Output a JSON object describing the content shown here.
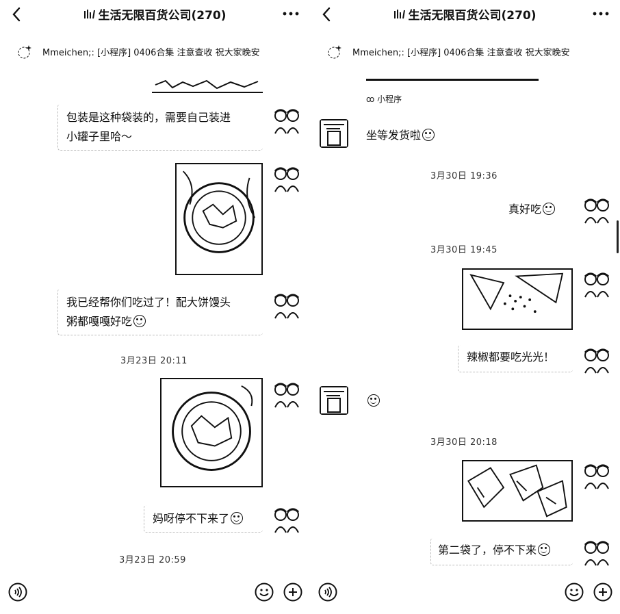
{
  "left": {
    "title": "生活无限百货公司(270)",
    "pinned": "Mmeichen;: [小程序] 0406合集 注意查收 祝大家晚安",
    "messages": {
      "m1_line1": "包装是这种袋装的，需要自己装进",
      "m1_line2": "小罐子里哈～",
      "m2_line1": "我已经帮你们吃过了！配大饼馒头",
      "m2_line2": "粥都嘎嘎好吃",
      "ts1": "3月23日 20:11",
      "m3": "妈呀停不下来了",
      "ts2": "3月23日 20:59"
    }
  },
  "right": {
    "title": "生活无限百货公司(270)",
    "pinned": "Mmeichen;: [小程序] 0406合集 注意查收 祝大家晚安",
    "mini_program_label": "小程序",
    "messages": {
      "r1": "坐等发货啦",
      "ts1": "3月30日 19:36",
      "r2": "真好吃",
      "ts2": "3月30日 19:45",
      "r3": "辣椒都要吃光光！",
      "ts3": "3月30日 20:18",
      "r4": "第二袋了，停不下来"
    }
  },
  "icons": {
    "back": "chevron-left-icon",
    "more": "more-dots-icon",
    "voice": "voice-icon",
    "emoji": "emoji-icon",
    "add": "plus-icon"
  }
}
